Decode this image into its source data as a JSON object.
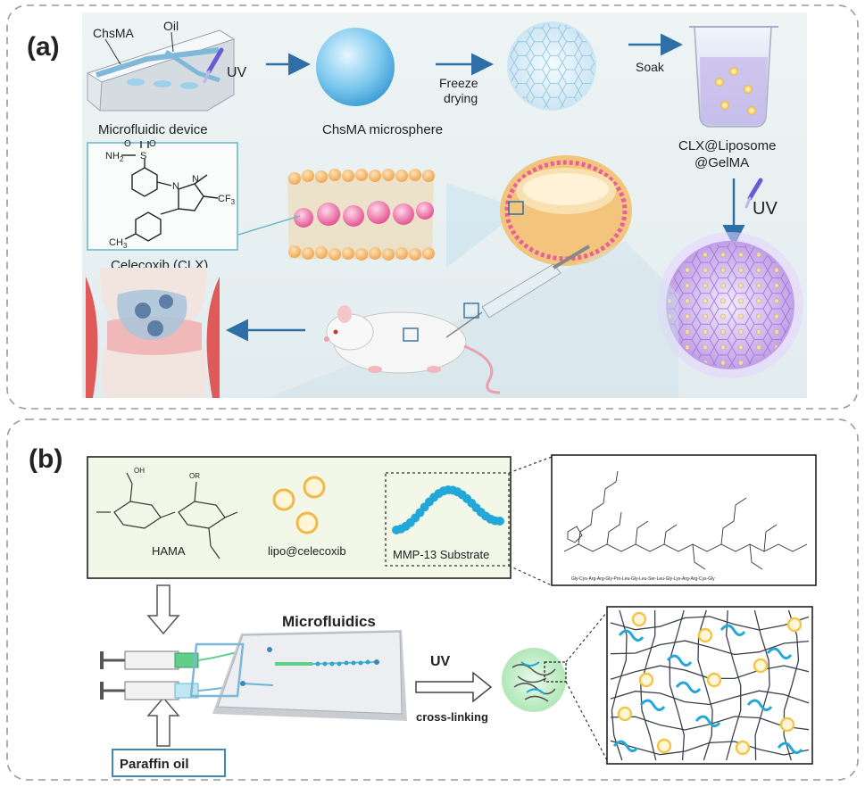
{
  "panel_a": {
    "label": "(a)",
    "chsma": "ChsMA",
    "oil": "Oil",
    "uv1": "UV",
    "microfluidic_device": "Microfluidic device",
    "microsphere": "ChsMA microsphere",
    "freeze_line1": "Freeze",
    "freeze_line2": "drying",
    "soak": "Soak",
    "clx_line1": "CLX@Liposome",
    "clx_line2": "@GelMA",
    "uv2": "UV",
    "nh2": "NH",
    "sub2": "2",
    "s": "S",
    "o_top": "O",
    "o_bot": "O",
    "n1": "N",
    "n2": "N",
    "cf3": "CF",
    "sub3": "3",
    "ch3": "CH",
    "celecoxib": "Celecoxib (CLX)"
  },
  "panel_b": {
    "label": "(b)",
    "hama": "HAMA",
    "lipo": "lipo@celecoxib",
    "mmp": "MMP-13 Substrate",
    "microfluidics": "Microfluidics",
    "uv": "UV",
    "crosslinking": "cross-linking",
    "paraffin": "Paraffin oil",
    "peptide_seq": "Gly-Cys-Arg-Arg-Gly-Pro-Leu-Gly-Leu-Ser-Leu-Gly-Lys-Arg-Arg-Cys-Gly"
  },
  "colors": {
    "arrow_blue": "#2f6fa8",
    "lipid_orange": "#f0b060",
    "lipid_pink": "#e8609a",
    "liposome_yellow": "#f3c547",
    "mmp_blue": "#22a8d8",
    "green_fluid": "#5fcf8a"
  }
}
